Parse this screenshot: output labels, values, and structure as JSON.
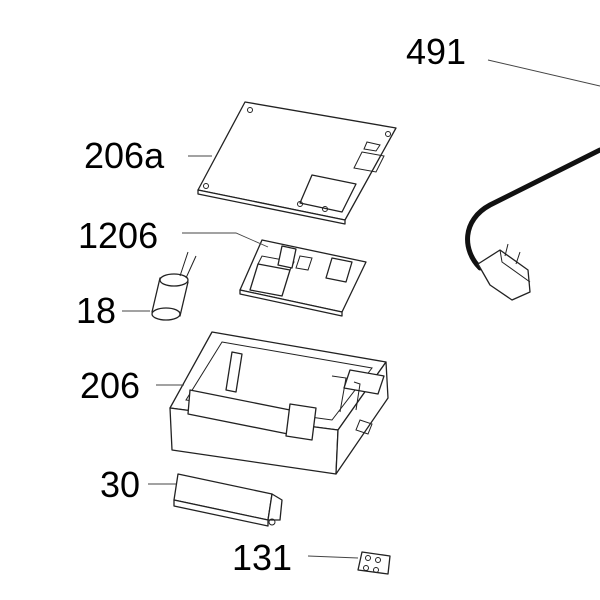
{
  "labels": {
    "cord": "491",
    "board_top": "206a",
    "board_small": "1206",
    "capacitor": "18",
    "housing": "206",
    "driver": "30",
    "terminal": "131"
  }
}
